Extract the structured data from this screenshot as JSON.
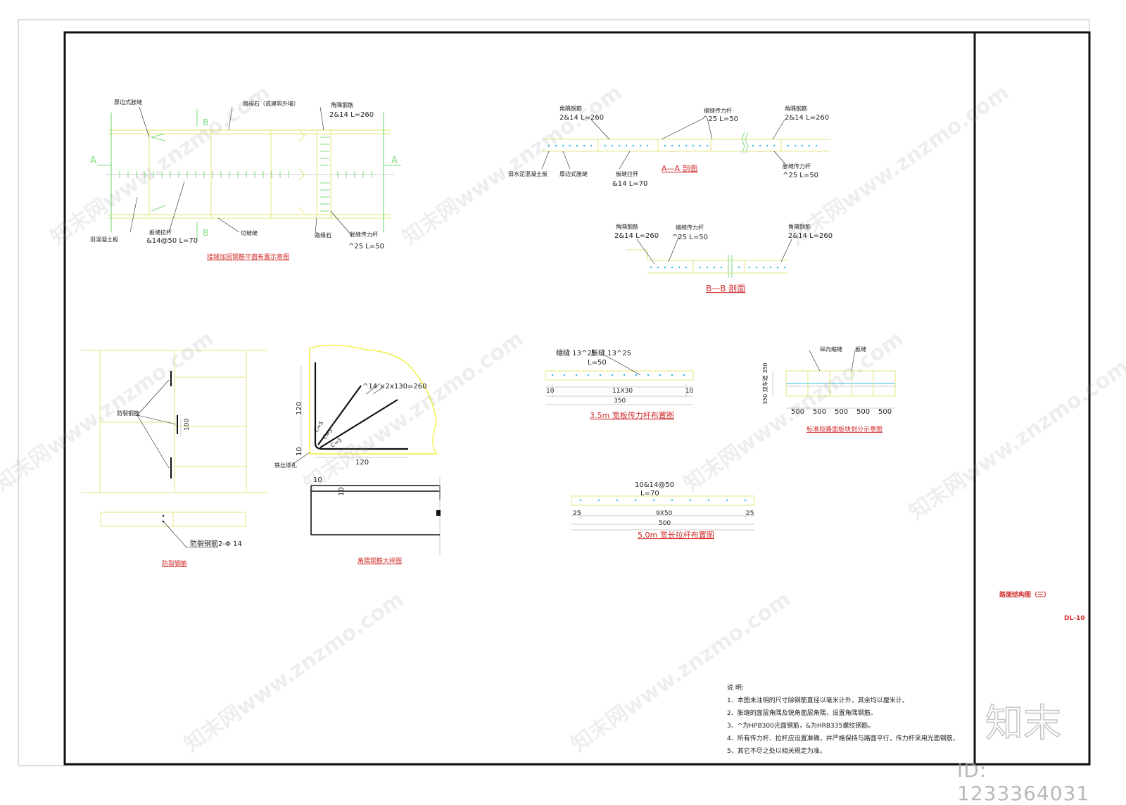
{
  "sheet": {
    "title": "路面结构图（三）",
    "number": "DL-10"
  },
  "plan": {
    "title": "接缝加固钢筋平面布置示意图",
    "labels": {
      "houtoushi": "厚边式胀缝",
      "luyuanshi": "路缘石（或建筑外墙）",
      "b_mark": "B",
      "a_mark": "A",
      "jiaoyu_title": "角隅钢筋",
      "jiaoyu_spec": "2&14 L=260",
      "old_concrete": "旧混凝土板",
      "tie_bar_label": "板缝拉杆",
      "tie_bar_spec": "&14@50 L=70",
      "cut_joint": "切缝缝",
      "luyuan2": "路缘石",
      "dowel_label": "胀缝传力杆",
      "dowel_spec": "^25 L=50"
    }
  },
  "section_aa": {
    "title": "A—A 剖面",
    "labels": {
      "jiaoyu_title": "角隅钢筋",
      "jiaoyu_spec": "2&14 L=260",
      "shrink_dowel": "缩缝传力杆",
      "shrink_spec": "^25 L=50",
      "jiaoyu2_title": "角隅钢筋",
      "jiaoyu2_spec": "2&14 L=260",
      "old_slab": "旧水泥混凝土板",
      "thick_edge": "厚边式胀缝",
      "tie_bar": "板缝拉杆",
      "tie_spec": "&14 L=70",
      "dowel": "胀缝传力杆",
      "dowel_spec": "^25 L=50"
    }
  },
  "section_bb": {
    "title": "B—B 剖面",
    "labels": {
      "jiaoyu_title": "角隅钢筋",
      "jiaoyu_spec": "2&14 L=260",
      "shrink_dowel": "缩缝传力杆",
      "shrink_spec": "^25 L=50",
      "jiaoyu2_title": "角隅钢筋",
      "jiaoyu2_spec": "2&14 L=260"
    }
  },
  "anti_crack": {
    "title": "防裂钢筋",
    "label": "防裂钢筋",
    "dim": "100",
    "bottom_label": "防裂钢筋2-Φ 14"
  },
  "corner_detail": {
    "title": "角隅钢筋大样图",
    "spec": "^14 ×2x130=260",
    "dim_120v": "120",
    "dim_10v": "10",
    "dim_120h": "120",
    "dim_10h_a": "10",
    "dim_10h_b": "10",
    "lbl_a": "C=5",
    "lbl_b": "C=5",
    "lbl_c": "C=5",
    "anchor": "铁丝绑扎"
  },
  "dowel_35": {
    "title": "3.5m 宽板传力杆布置图",
    "note1": "缩缝 13^25",
    "note2": "胀缝 13^25",
    "note3": "L=50",
    "dim_left": "10",
    "dim_mid": "11X30",
    "dim_right": "10",
    "dim_total": "350"
  },
  "tie_50": {
    "title": "5.0m 宽长拉杆布置图",
    "note1": "10&14@50",
    "note2": "L=70",
    "dim_left": "25",
    "dim_mid": "9X50",
    "dim_right": "25",
    "dim_total": "500"
  },
  "slab_division": {
    "title": "标准段路面板块划分示意图",
    "lbl_long": "纵向缩缝",
    "lbl_shrink": "板缝",
    "dim_v": "350 双车道 350",
    "segments": [
      "500",
      "500",
      "500",
      "500",
      "500"
    ]
  },
  "notes": {
    "heading": "说 明:",
    "items": [
      "1、本图未注明的尺寸除钢筋直径以毫米计外，其余均以厘米计。",
      "2、胀缝的面层角隅及锐角面层角隅，设置角隅钢筋。",
      "3、^为HPB300光面钢筋，&为HRB335螺纹钢筋。",
      "4、所有传力杆、拉杆应设置准确，并严格保持与路面平行，传力杆采用光面钢筋。",
      "5、其它不尽之处以相关规定为准。"
    ]
  },
  "watermark": {
    "text": "知末网www.znzmo.com",
    "brand": "知末",
    "id": "ID: 1233364031"
  },
  "colors": {
    "line": "#e6e680",
    "green": "#7ddc7d",
    "cyan": "#2fb9e6",
    "red": "#d12a2a",
    "dark": "#222222",
    "dim": "#cccccc"
  }
}
